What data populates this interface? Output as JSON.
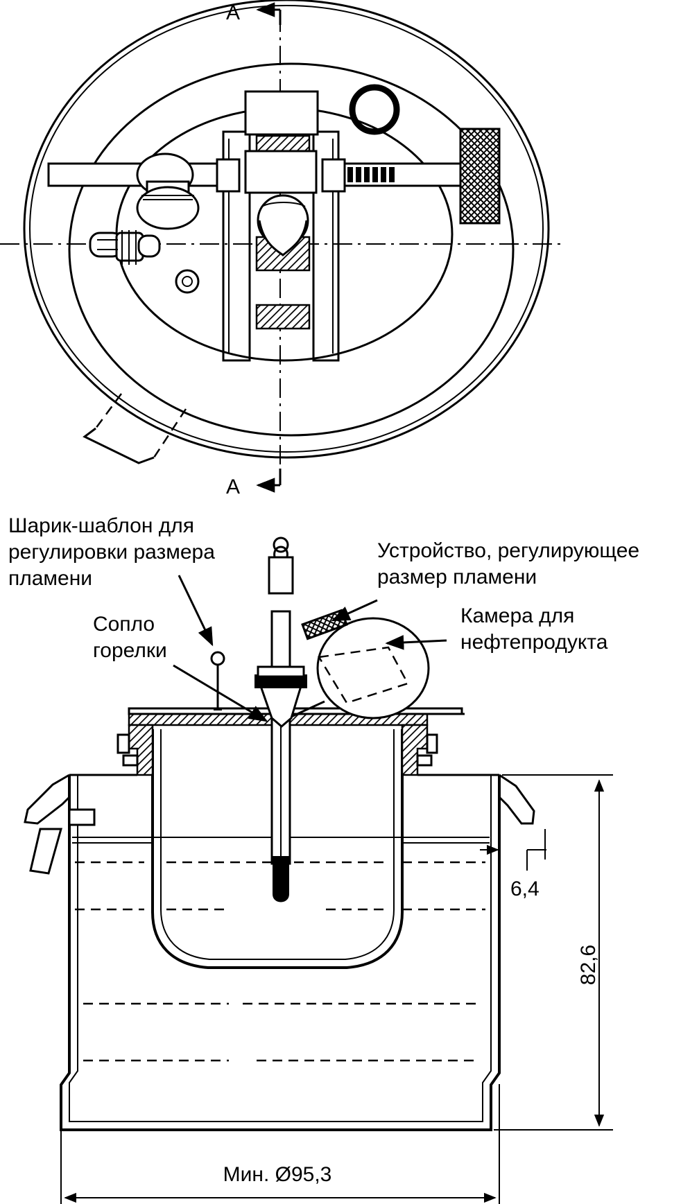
{
  "section": {
    "top_label": "А",
    "bottom_label": "А"
  },
  "callouts": {
    "ball_template": [
      "Шарик-шаблон для",
      "регулировки размера",
      "пламени"
    ],
    "nozzle": [
      "Сопло",
      "горелки"
    ],
    "flame_device": [
      "Устройство, регулирующее",
      "размер пламени"
    ],
    "oil_chamber": [
      "Камера для",
      "нефтепродукта"
    ]
  },
  "dimensions": {
    "wall": "6,4",
    "height": "82,6",
    "diameter": "Мин. Ø95,3"
  },
  "colors": {
    "ink": "#000000",
    "paper": "#ffffff"
  }
}
